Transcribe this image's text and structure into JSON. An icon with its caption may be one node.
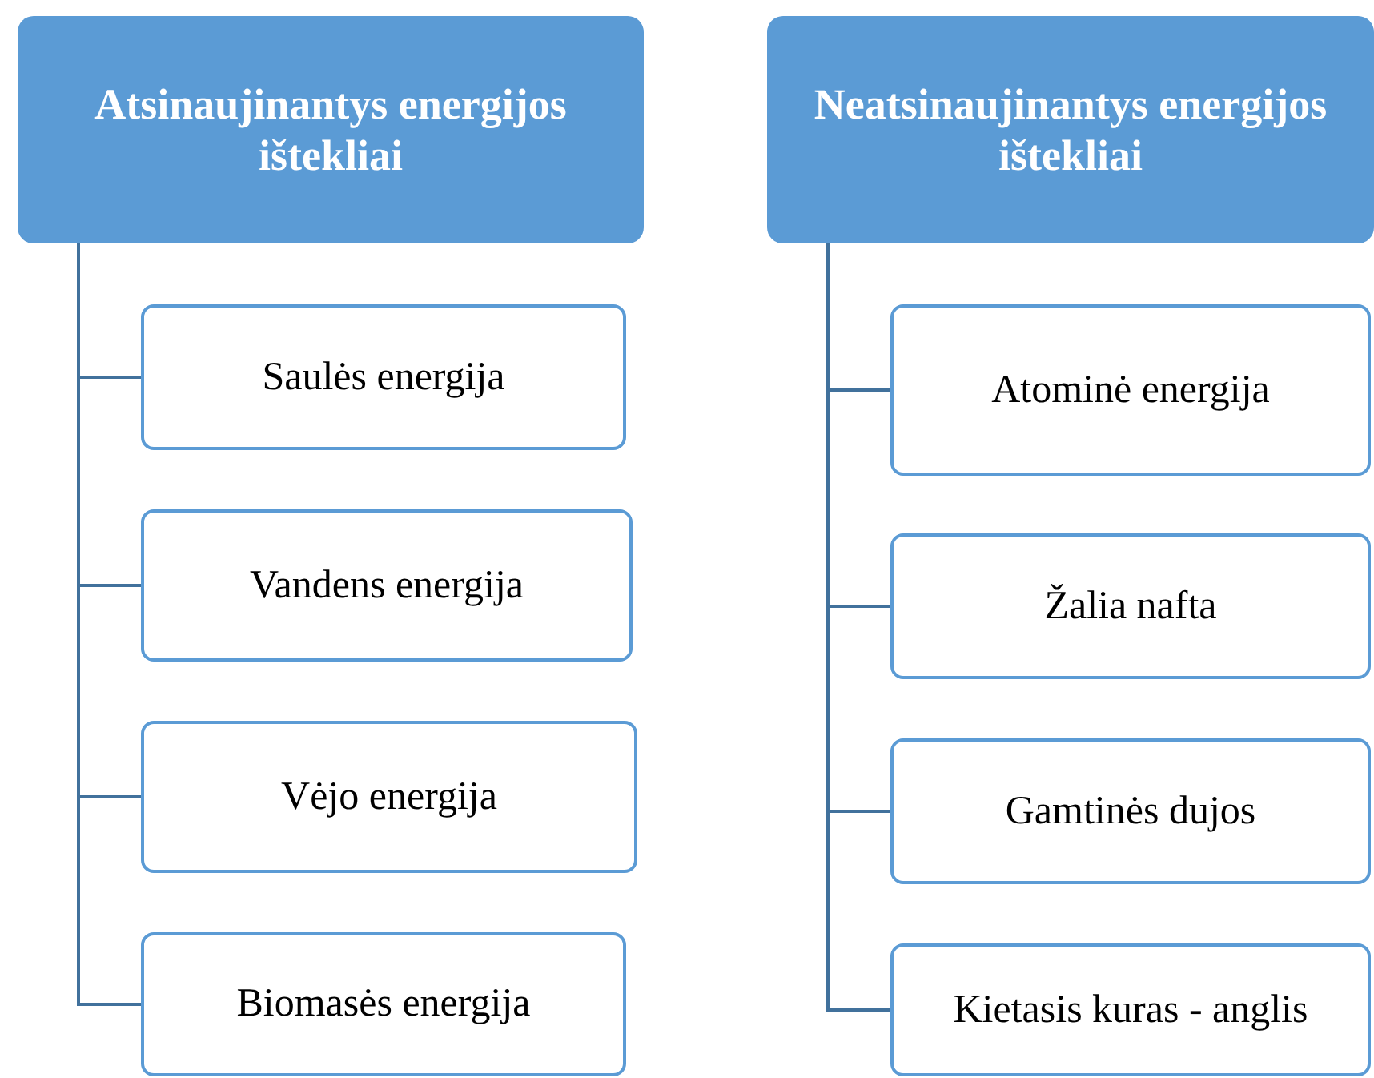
{
  "diagram": {
    "nodes": [
      {
        "text": [
          "Atsinaujinantys energijos ištekliai"
        ]
      },
      {
        "text": [
          "Saulės energija"
        ]
      },
      {
        "text": [
          "Vandens energija"
        ]
      },
      {
        "text": [
          "Vėjo energija"
        ]
      },
      {
        "text": [
          "Biomasės energija"
        ]
      },
      {
        "text": [
          "Neatsinaujinantys energijos ištekliai"
        ]
      },
      {
        "text": [
          "Atominė energija"
        ]
      },
      {
        "text": [
          "Žalia nafta"
        ]
      },
      {
        "text": [
          "Gamtinės dujos"
        ]
      },
      {
        "text": [
          "Kietasis kuras - anglis"
        ]
      }
    ],
    "edges": [
      {
        "from": 0,
        "to": 1,
        "arrow": "none"
      },
      {
        "from": 0,
        "to": 2,
        "arrow": "none"
      },
      {
        "from": 0,
        "to": 3,
        "arrow": "none"
      },
      {
        "from": 0,
        "to": 4,
        "arrow": "none"
      },
      {
        "from": 5,
        "to": 6,
        "arrow": "none"
      },
      {
        "from": 5,
        "to": 7,
        "arrow": "none"
      },
      {
        "from": 5,
        "to": 8,
        "arrow": "none"
      },
      {
        "from": 5,
        "to": 9,
        "arrow": "none"
      }
    ]
  }
}
